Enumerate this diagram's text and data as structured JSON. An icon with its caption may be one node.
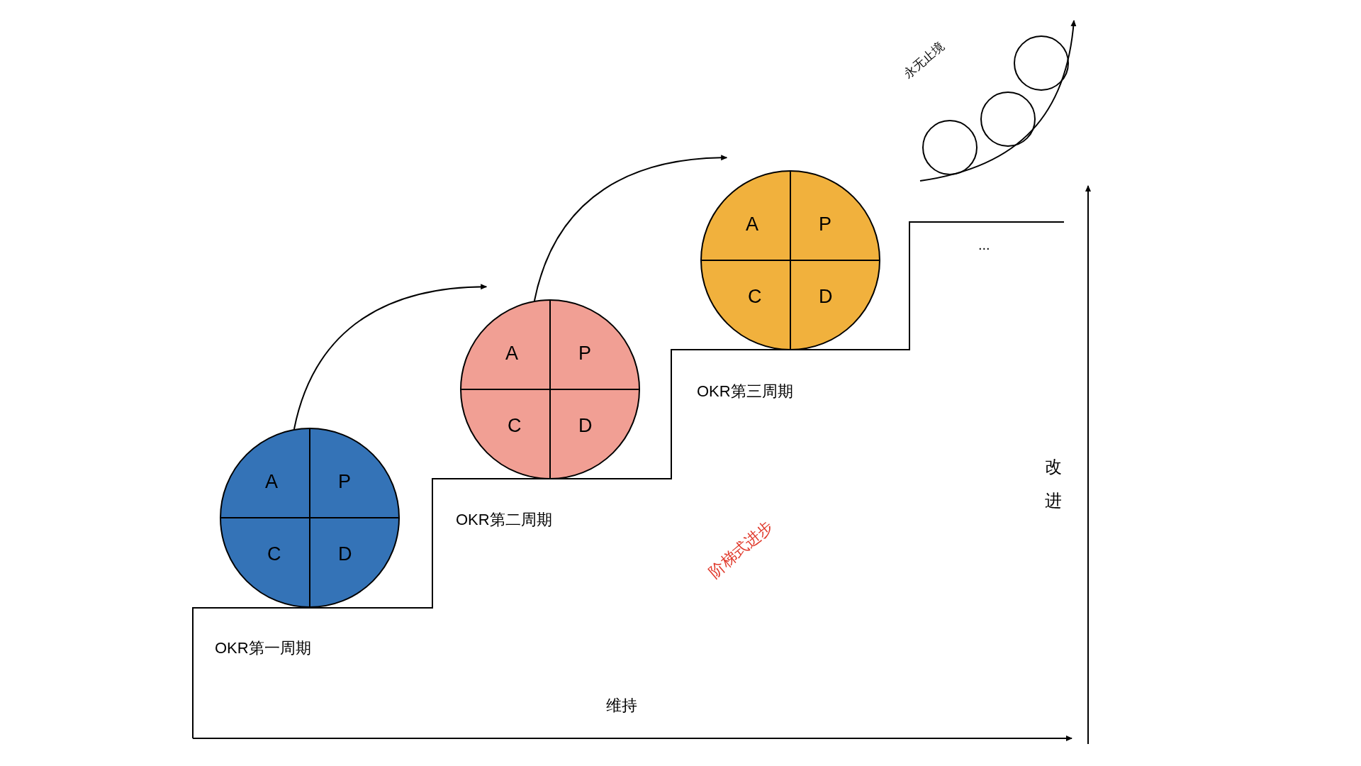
{
  "diagram": {
    "nodes": [
      {
        "text": [
          "A",
          "P",
          "C",
          "D"
        ]
      },
      {
        "text": [
          "A",
          "P",
          "C",
          "D"
        ]
      },
      {
        "text": [
          "A",
          "P",
          "C",
          "D"
        ]
      }
    ],
    "edges": [
      {
        "from": 0,
        "to": 1,
        "arrow": "to"
      },
      {
        "from": 1,
        "to": 2,
        "arrow": "to"
      }
    ],
    "labels": [
      "永无止境",
      "...",
      "OKR第三周期",
      "OKR第二周期",
      "改进",
      "阶梯式进步",
      "OKR第一周期",
      "维持"
    ]
  }
}
